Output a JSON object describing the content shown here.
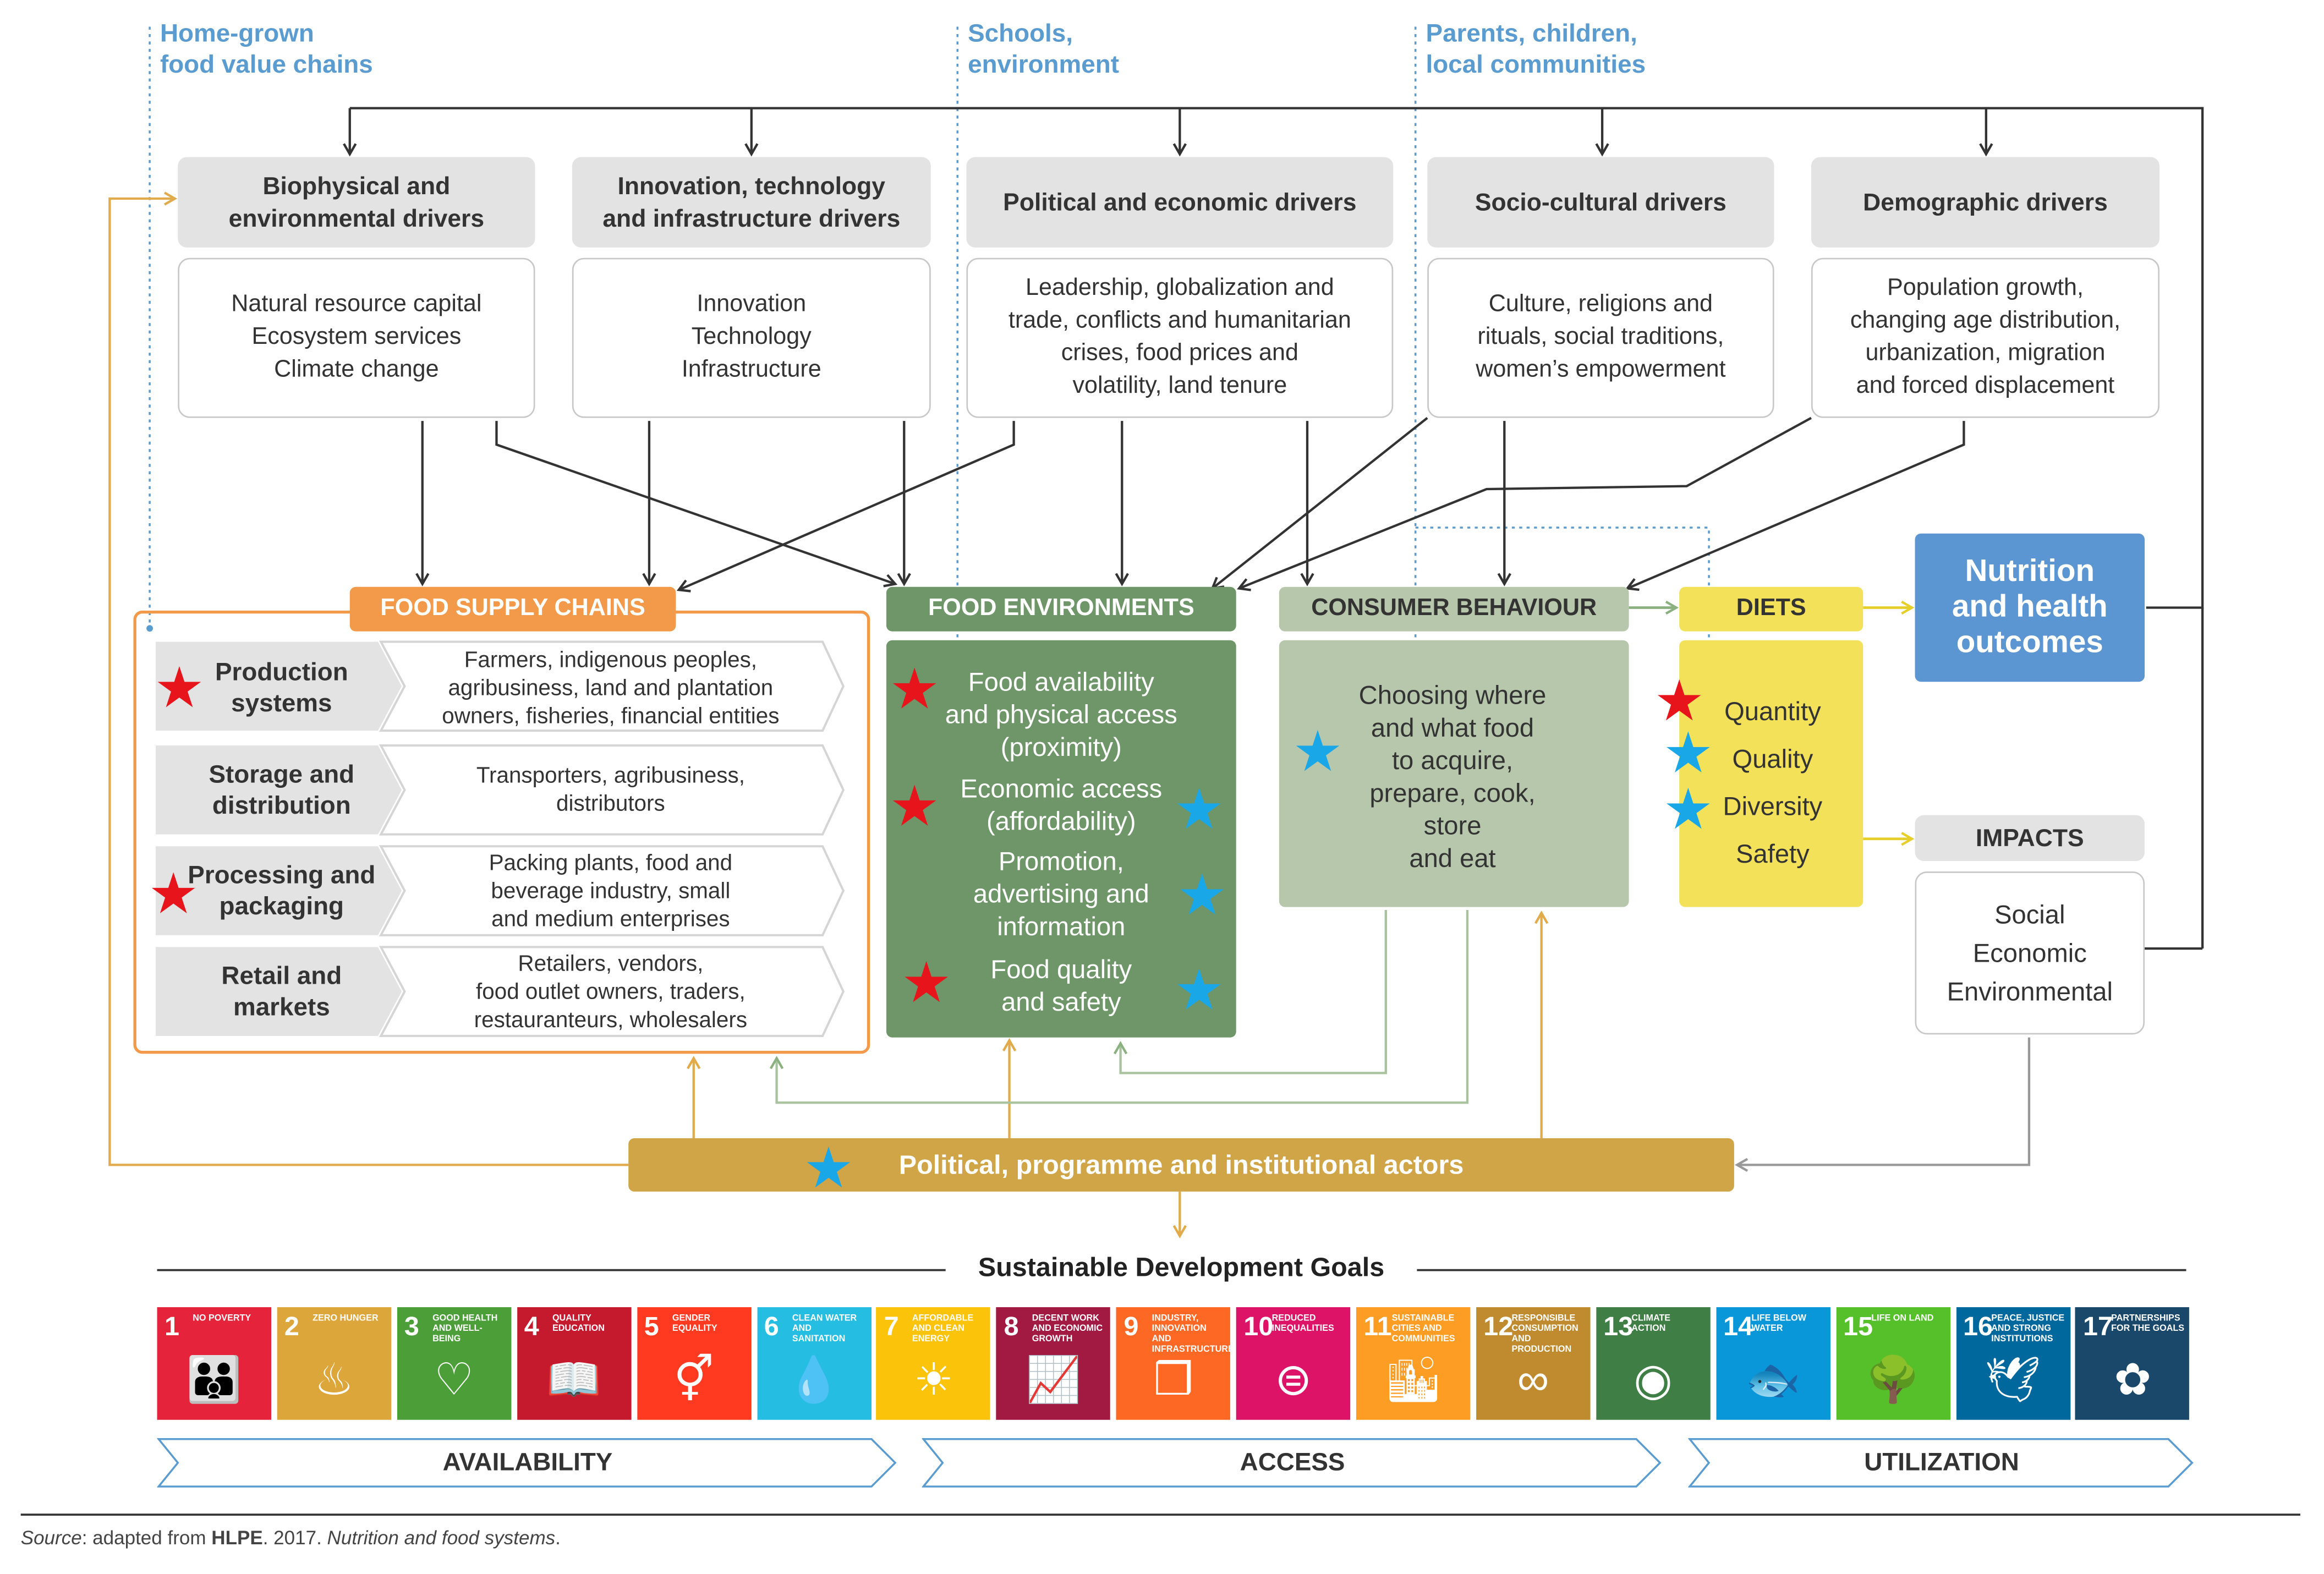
{
  "context_labels": [
    {
      "line1": "Home-grown",
      "line2": "food value chains"
    },
    {
      "line1": "Schools,",
      "line2": "environment"
    },
    {
      "line1": "Parents, children,",
      "line2": "local communities"
    }
  ],
  "drivers": [
    {
      "title": [
        "Biophysical and",
        "environmental drivers"
      ],
      "items": [
        "Natural resource capital",
        "Ecosystem services",
        "Climate change"
      ]
    },
    {
      "title": [
        "Innovation, technology",
        "and infrastructure drivers"
      ],
      "items": [
        "Innovation",
        "Technology",
        "Infrastructure"
      ]
    },
    {
      "title": [
        "Political and economic drivers"
      ],
      "items": [
        "Leadership, globalization and",
        "trade, conflicts and humanitarian",
        "crises, food prices and",
        "volatility, land tenure"
      ]
    },
    {
      "title": [
        "Socio-cultural drivers"
      ],
      "items": [
        "Culture, religions and",
        "rituals, social traditions,",
        "women’s empowerment"
      ]
    },
    {
      "title": [
        "Demographic drivers"
      ],
      "items": [
        "Population growth,",
        "changing age distribution,",
        "urbanization, migration",
        "and forced displacement"
      ]
    }
  ],
  "food_supply_chains": {
    "label": "FOOD SUPPLY CHAINS",
    "rows": [
      {
        "label": [
          "Production",
          "systems"
        ],
        "desc": [
          "Farmers, indigenous peoples,",
          "agribusiness, land and plantation",
          "owners, fisheries, financial entities"
        ]
      },
      {
        "label": [
          "Storage and",
          "distribution"
        ],
        "desc": [
          "Transporters, agribusiness,",
          "distributors"
        ]
      },
      {
        "label": [
          "Processing and",
          "packaging"
        ],
        "desc": [
          "Packing plants, food and",
          "beverage industry, small",
          "and medium enterprises"
        ]
      },
      {
        "label": [
          "Retail and",
          "markets"
        ],
        "desc": [
          "Retailers, vendors,",
          "food outlet owners, traders,",
          "restauranteurs, wholesalers"
        ]
      }
    ]
  },
  "food_environments": {
    "label": "FOOD ENVIRONMENTS",
    "items": [
      [
        "Food availability",
        "and physical access",
        "(proximity)"
      ],
      [
        "Economic access",
        "(affordability)"
      ],
      [
        "Promotion,",
        "advertising and",
        "information"
      ],
      [
        "Food quality",
        "and safety"
      ]
    ]
  },
  "consumer_behaviour": {
    "label": "CONSUMER BEHAVIOUR",
    "text": [
      "Choosing where",
      "and what food",
      "to acquire,",
      "prepare, cook,",
      "store",
      "and eat"
    ]
  },
  "diets": {
    "label": "DIETS",
    "items": [
      "Quantity",
      "Quality",
      "Diversity",
      "Safety"
    ]
  },
  "nutrition": {
    "lines": [
      "Nutrition",
      "and health",
      "outcomes"
    ]
  },
  "impacts": {
    "label": "IMPACTS",
    "items": [
      "Social",
      "Economic",
      "Environmental"
    ]
  },
  "actors": {
    "label": "Political, programme and institutional actors"
  },
  "sdg_title": "Sustainable Development Goals",
  "sdgs": [
    {
      "num": "1",
      "text": "No poverty",
      "color": "#e5243b",
      "icon": "family-icon",
      "glyph": "👪"
    },
    {
      "num": "2",
      "text": "Zero hunger",
      "color": "#dda63a",
      "icon": "bowl-icon",
      "glyph": "♨"
    },
    {
      "num": "3",
      "text": "Good health and well-being",
      "color": "#4c9f38",
      "icon": "heartbeat-icon",
      "glyph": "♡"
    },
    {
      "num": "4",
      "text": "Quality education",
      "color": "#c5192d",
      "icon": "book-icon",
      "glyph": "📖"
    },
    {
      "num": "5",
      "text": "Gender equality",
      "color": "#ff3a21",
      "icon": "gender-icon",
      "glyph": "⚥"
    },
    {
      "num": "6",
      "text": "Clean water and sanitation",
      "color": "#26bde2",
      "icon": "water-drop-icon",
      "glyph": "💧"
    },
    {
      "num": "7",
      "text": "Affordable and clean energy",
      "color": "#fcc30b",
      "icon": "sun-icon",
      "glyph": "☀"
    },
    {
      "num": "8",
      "text": "Decent work and economic growth",
      "color": "#a21942",
      "icon": "growth-chart-icon",
      "glyph": "📈"
    },
    {
      "num": "9",
      "text": "Industry, innovation and infrastructure",
      "color": "#fd6925",
      "icon": "cubes-icon",
      "glyph": "❒"
    },
    {
      "num": "10",
      "text": "Reduced inequalities",
      "color": "#dd1367",
      "icon": "equal-icon",
      "glyph": "⊜"
    },
    {
      "num": "11",
      "text": "Sustainable cities and communities",
      "color": "#fd9d24",
      "icon": "city-icon",
      "glyph": "🏙"
    },
    {
      "num": "12",
      "text": "Responsible consumption and production",
      "color": "#bf8b2e",
      "icon": "infinity-icon",
      "glyph": "∞"
    },
    {
      "num": "13",
      "text": "Climate action",
      "color": "#3f7e44",
      "icon": "eye-globe-icon",
      "glyph": "◉"
    },
    {
      "num": "14",
      "text": "Life below water",
      "color": "#0a97d9",
      "icon": "fish-icon",
      "glyph": "🐟"
    },
    {
      "num": "15",
      "text": "Life on land",
      "color": "#56c02b",
      "icon": "tree-icon",
      "glyph": "🌳"
    },
    {
      "num": "16",
      "text": "Peace, justice and strong institutions",
      "color": "#00689d",
      "icon": "dove-icon",
      "glyph": "🕊"
    },
    {
      "num": "17",
      "text": "Partnerships for the goals",
      "color": "#19486a",
      "icon": "flower-icon",
      "glyph": "✿"
    }
  ],
  "phases": [
    "AVAILABILITY",
    "ACCESS",
    "UTILIZATION"
  ],
  "source": {
    "prefix": "Source",
    "pre": ": adapted from ",
    "org": "HLPE",
    "mid": ". 2017. ",
    "title": "Nutrition and food systems",
    "end": "."
  },
  "colors": {
    "fsc": "#f39a4a",
    "fe": "#6e9668",
    "cb": "#b7c7ac",
    "diets": "#f2e159",
    "nutrition": "#5b96d2",
    "actors": "#d0a548",
    "ctx": "#5a9bd0"
  }
}
